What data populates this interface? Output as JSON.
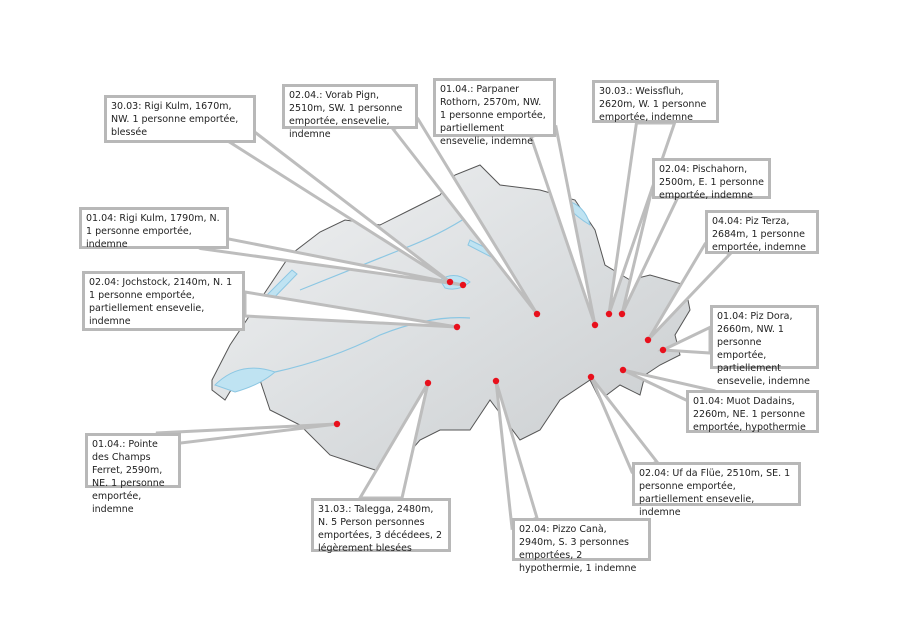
{
  "colors": {
    "dot": "#e8101c",
    "leader": "#bdbdbd",
    "land": "#e6e8ea",
    "lake": "#bfe3f2",
    "river": "#8cc7e3"
  },
  "incidents": [
    {
      "id": "rigi-3003",
      "text": "30.03: Rigi Kulm, 1670m, NW. 1 personne emportée, blessée"
    },
    {
      "id": "vorab",
      "text": "02.04.: Vorab Pign, 2510m, SW. 1 personne emportée, ensevelie, indemne"
    },
    {
      "id": "parpaner",
      "text": "01.04.: Parpaner Rothorn, 2570m, NW. 1 personne emportée, partiellement ensevelie, indemne"
    },
    {
      "id": "weissfluh",
      "text": "30.03.: Weissfluh, 2620m, W. 1 personne emportée, indemne"
    },
    {
      "id": "pischahorn",
      "text": "02.04: Pischahorn, 2500m, E. 1 personne emportée, indemne"
    },
    {
      "id": "piz-terza",
      "text": "04.04: Piz Terza, 2684m, 1 personne emportée, indemne"
    },
    {
      "id": "piz-dora",
      "text": "01.04: Piz Dora, 2660m, NW. 1 personne emportée, partiellement ensevelie, indemne"
    },
    {
      "id": "muot-dadains",
      "text": "01.04: Muot Dadains, 2260m, NE. 1 personne emportée, hypothermie"
    },
    {
      "id": "uf-da-flue",
      "text": "02.04: Uf da Flüe, 2510m, SE. 1 personne emportée, partiellement ensevelie, indemne"
    },
    {
      "id": "pizzo-cana",
      "text": "02.04: Pizzo Canà, 2940m, S. 3 personnes emportées, 2 hypothermie, 1 indemne"
    },
    {
      "id": "talegga",
      "text": "31.03.: Talegga, 2480m, N. 5 Person personnes emportées, 3 décédees, 2 légèrement blesées"
    },
    {
      "id": "champs-ferret",
      "text": "01.04.: Pointe des Champs Ferret, 2590m, NE. 1 personne emportée, indemne"
    },
    {
      "id": "jochstock",
      "text": "02.04: Jochstock, 2140m, N. 1 1 personne emportée, partiellement  ensevelie, indemne"
    },
    {
      "id": "rigi-0104",
      "text": "01.04: Rigi Kulm, 1790m, N. 1 personne emportée, indemne"
    }
  ]
}
